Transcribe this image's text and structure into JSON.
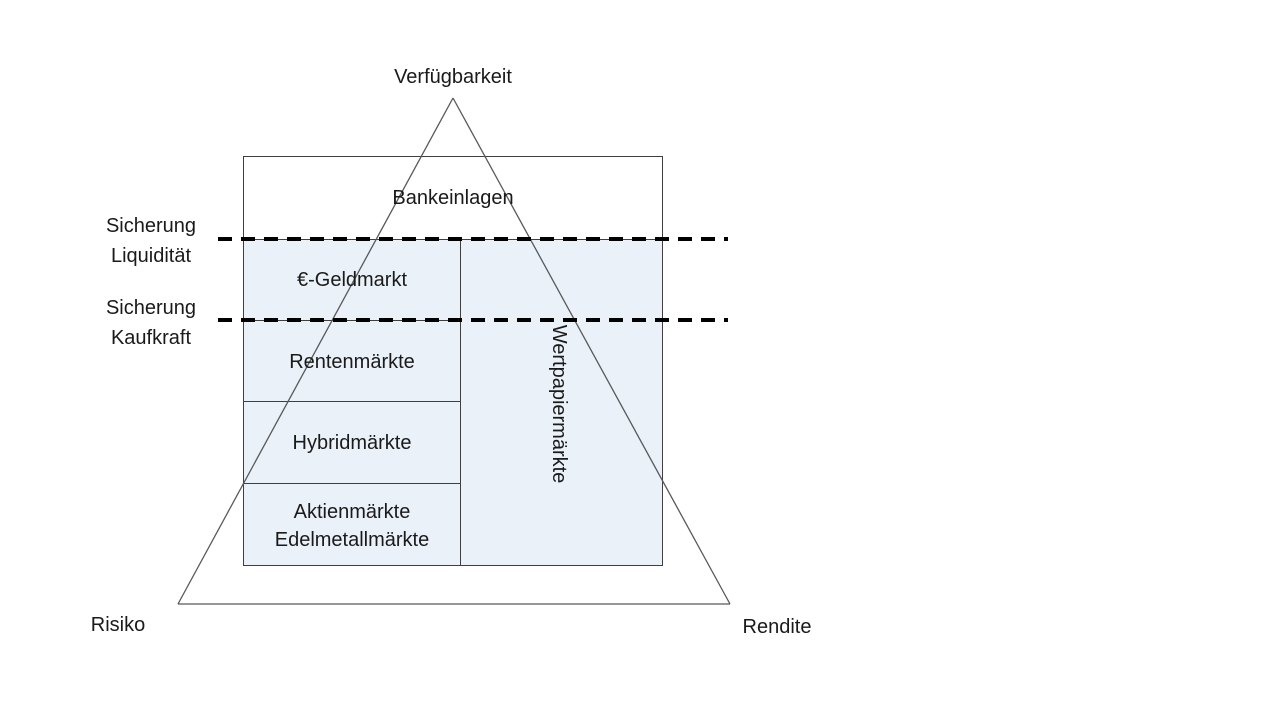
{
  "diagram": {
    "apex_label": "Verfügbarkeit",
    "bottom_left_label": "Risiko",
    "bottom_right_label": "Rendite",
    "axis_labels": {
      "liquiditaet": {
        "line1": "Sicherung",
        "line2": "Liquidität"
      },
      "kaufkraft": {
        "line1": "Sicherung",
        "line2": "Kaufkraft"
      }
    },
    "segments": {
      "bankeinlagen": "Bankeinlagen",
      "geldmarkt": "€-Geldmarkt",
      "rentenmaerkte": "Rentenmärkte",
      "hybridmaerkte": "Hybridmärkte",
      "aktienmaerkte_line1": "Aktienmärkte",
      "aktienmaerkte_line2": "Edelmetallmärkte",
      "wertpapiermaerkte": "Wertpapiermärkte"
    },
    "colors": {
      "segment_fill": "#eaf1f9",
      "segment_border": "#3f3f3f",
      "triangle_stroke": "#595959",
      "dashed_line": "#000000",
      "text": "#1a1a1a",
      "background": "#ffffff"
    }
  }
}
